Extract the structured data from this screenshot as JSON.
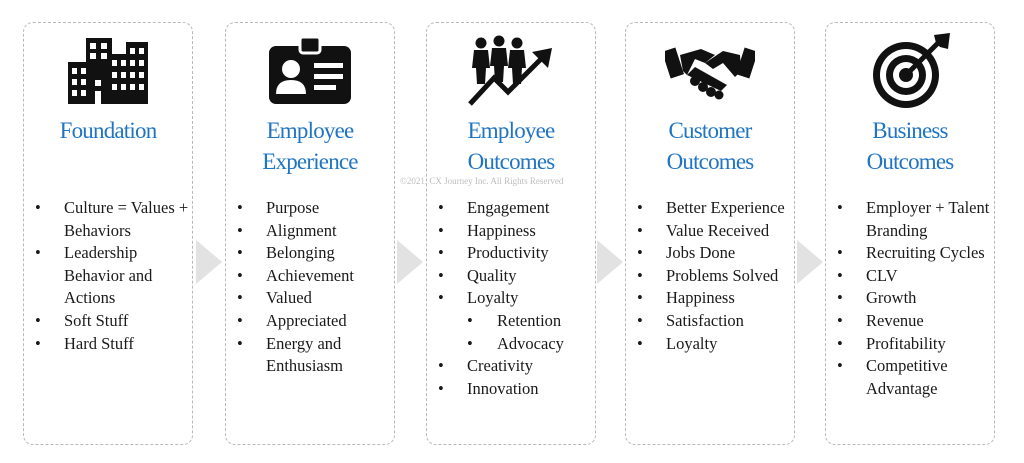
{
  "copyright": "©2021. CX Journey Inc. All Rights Reserved",
  "colors": {
    "title": "#1f74c4",
    "arrow": "#e2e2e2",
    "border": "#b9b9b9",
    "icon": "#111111"
  },
  "cards": [
    {
      "icon": "buildings-icon",
      "title": [
        "Foundation"
      ],
      "items": [
        {
          "text": "Culture = Values + Behaviors"
        },
        {
          "text": "Leadership Behavior and Actions"
        },
        {
          "text": "Soft Stuff"
        },
        {
          "text": "Hard Stuff"
        }
      ]
    },
    {
      "icon": "id-badge-icon",
      "title": [
        "Employee",
        "Experience"
      ],
      "items": [
        {
          "text": "Purpose"
        },
        {
          "text": "Alignment"
        },
        {
          "text": "Belonging"
        },
        {
          "text": "Achievement"
        },
        {
          "text": "Valued"
        },
        {
          "text": "Appreciated"
        },
        {
          "text": "Energy and Enthusiasm"
        }
      ]
    },
    {
      "icon": "team-growth-icon",
      "title": [
        "Employee",
        "Outcomes"
      ],
      "items": [
        {
          "text": "Engagement"
        },
        {
          "text": "Happiness"
        },
        {
          "text": "Productivity"
        },
        {
          "text": "Quality"
        },
        {
          "text": "Loyalty"
        },
        {
          "text": "Retention",
          "sub": true
        },
        {
          "text": "Advocacy",
          "sub": true
        },
        {
          "text": "Creativity"
        },
        {
          "text": "Innovation"
        }
      ]
    },
    {
      "icon": "handshake-icon",
      "title": [
        "Customer",
        "Outcomes"
      ],
      "items": [
        {
          "text": "Better Experience"
        },
        {
          "text": "Value Received"
        },
        {
          "text": "Jobs Done"
        },
        {
          "text": "Problems Solved"
        },
        {
          "text": "Happiness"
        },
        {
          "text": "Satisfaction"
        },
        {
          "text": "Loyalty"
        }
      ]
    },
    {
      "icon": "target-icon",
      "title": [
        "Business",
        "Outcomes"
      ],
      "items": [
        {
          "text": "Employer + Talent Branding"
        },
        {
          "text": "Recruiting Cycles"
        },
        {
          "text": "CLV"
        },
        {
          "text": "Growth"
        },
        {
          "text": "Revenue"
        },
        {
          "text": "Profitability"
        },
        {
          "text": "Competitive Advantage"
        }
      ]
    }
  ]
}
